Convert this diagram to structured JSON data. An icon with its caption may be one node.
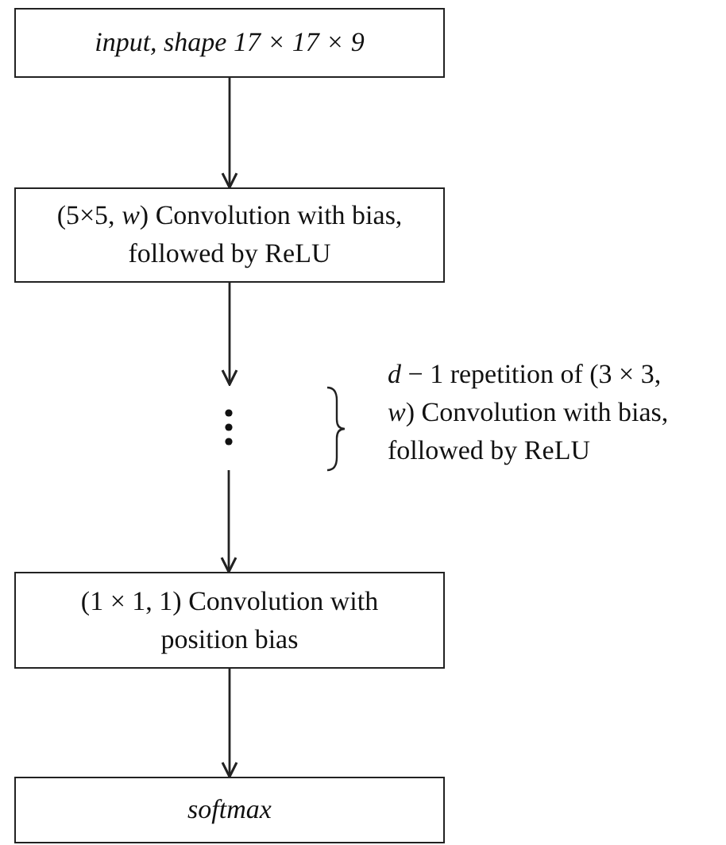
{
  "diagram": {
    "nodes": [
      {
        "text": [
          "input, shape 17 × 17 × 9"
        ]
      },
      {
        "text": [
          "(5×5, *w*) Convolution with bias, followed by ReLU"
        ]
      },
      {
        "text": [],
        "shape": "dots"
      },
      {
        "text": [
          "(1 × 1, 1) Convolution with position bias"
        ]
      },
      {
        "text": [
          "softmax"
        ]
      }
    ],
    "edges": [
      {
        "from": 0,
        "to": 1,
        "arrow": "to"
      },
      {
        "from": 1,
        "to": 2,
        "arrow": "to"
      },
      {
        "from": 2,
        "to": 3,
        "arrow": "to"
      },
      {
        "from": 3,
        "to": 4,
        "arrow": "to"
      }
    ],
    "labels": [
      "*d* − 1 repetition of (3 × 3, *w*) Convolution with bias, followed by ReLU"
    ]
  }
}
